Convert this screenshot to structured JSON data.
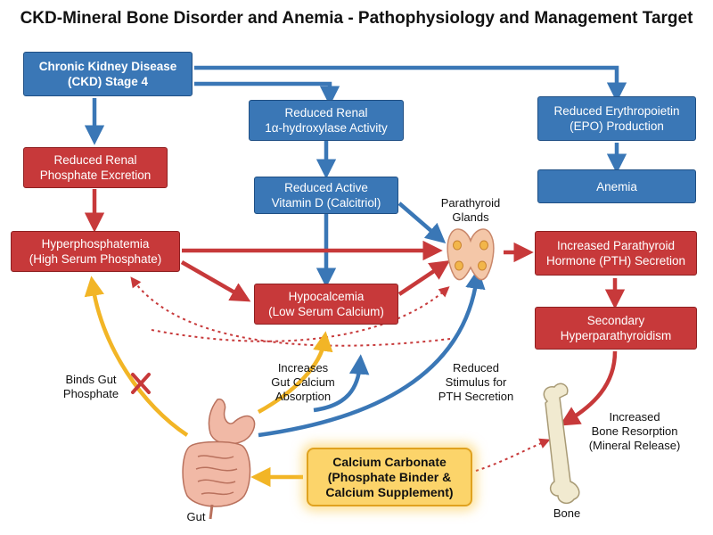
{
  "title": "CKD-Mineral Bone Disorder and Anemia - Pathophysiology and Management Target",
  "nodes": {
    "ckd": [
      "Chronic Kidney Disease",
      "(CKD) Stage 4"
    ],
    "reduced_hydroxylase": [
      "Reduced Renal",
      "1α-hydroxylase Activity"
    ],
    "reduced_epo": [
      "Reduced Erythropoietin",
      "(EPO) Production"
    ],
    "reduced_phosphate_excretion": [
      "Reduced Renal",
      "Phosphate Excretion"
    ],
    "reduced_vitamin_d": [
      "Reduced Active",
      "Vitamin D (Calcitriol)"
    ],
    "anemia": [
      "Anemia"
    ],
    "hyperphosphatemia": [
      "Hyperphosphatemia",
      "(High Serum Phosphate)"
    ],
    "hypocalcemia": [
      "Hypocalcemia",
      "(Low Serum Calcium)"
    ],
    "increased_pth": [
      "Increased Parathyroid",
      "Hormone (PTH) Secretion"
    ],
    "secondary_hpt": [
      "Secondary",
      "Hyperparathyroidism"
    ],
    "calcium_carbonate": [
      "Calcium Carbonate",
      "(Phosphate Binder &",
      "Calcium Supplement)"
    ]
  },
  "labels": {
    "parathyroid": [
      "Parathyroid",
      "Glands"
    ],
    "binds_gut_phosphate": [
      "Binds Gut",
      "Phosphate"
    ],
    "increases_gut_calcium": [
      "Increases",
      "Gut Calcium",
      "Absorption"
    ],
    "reduced_stimulus": [
      "Reduced",
      "Stimulus for",
      "PTH Secretion"
    ],
    "increased_bone_resorption": [
      "Increased",
      "Bone Resorption",
      "(Mineral Release)"
    ],
    "gut": [
      "Gut"
    ],
    "bone": [
      "Bone"
    ]
  },
  "colors": {
    "blue": "#3a77b6",
    "red": "#c7393a",
    "yellow": "#fcd46a",
    "arrow_blue": "#3a77b6",
    "arrow_red": "#c7393a",
    "arrow_yellow": "#f2b526"
  },
  "icons": [
    "parathyroid-glands-icon",
    "stomach-intestine-icon",
    "femur-bone-icon",
    "inhibition-x-icon"
  ]
}
